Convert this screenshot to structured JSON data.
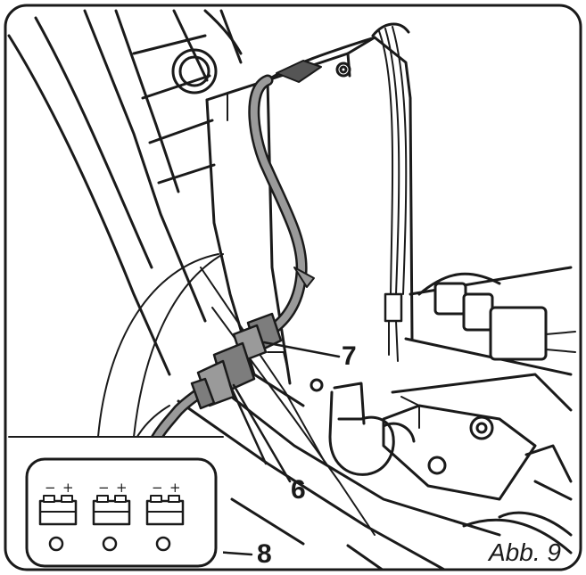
{
  "figure": {
    "caption": "Abb. 9",
    "callouts": {
      "c6": "6",
      "c7": "7",
      "c8": "8"
    },
    "battery_signs": {
      "minus": "−",
      "plus": "+"
    },
    "colors": {
      "line": "#1a1a1a",
      "cable": "#9a9a9a",
      "connector": "#7d7d7d",
      "background": "#ffffff"
    }
  }
}
